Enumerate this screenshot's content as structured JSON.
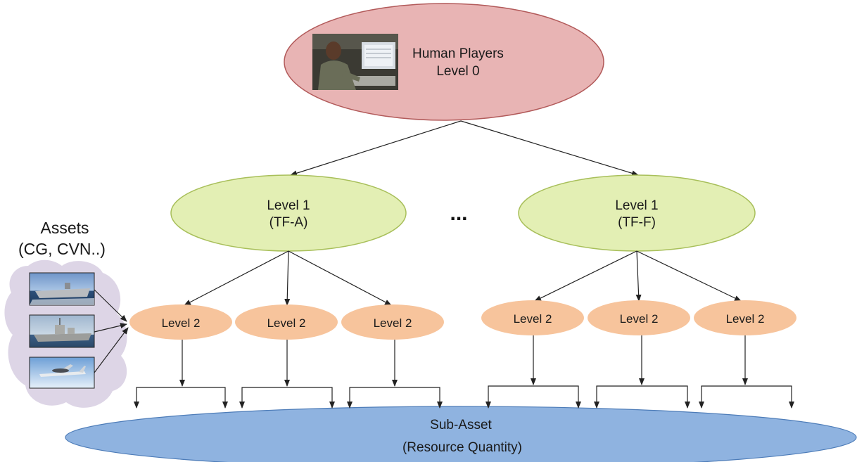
{
  "top": {
    "line1": "Human Players",
    "line2": "Level 0"
  },
  "level1": [
    {
      "line1": "Level 1",
      "line2": "(TF-A)"
    },
    {
      "line1": "Level 1",
      "line2": "(TF-F)"
    }
  ],
  "ellipsis": "...",
  "level2_label": "Level 2",
  "assets": {
    "line1": "Assets",
    "line2": "(CG, CVN..)"
  },
  "subasset": {
    "line1": "Sub-Asset",
    "line2": "(Resource Quantity)"
  },
  "colors": {
    "top_fill": "#e8b4b4",
    "top_stroke": "#b25a5a",
    "level1_fill": "#e3efb4",
    "level1_stroke": "#a8bf5a",
    "level2_fill": "#f7c49c",
    "subasset_fill": "#8fb3e0",
    "subasset_stroke": "#4d7cb8",
    "cloud_fill": "#ddd5e6"
  },
  "icons": [
    "soldier-at-computer-photo",
    "aircraft-carrier-photo",
    "cruiser-ship-photo",
    "awacs-aircraft-photo"
  ]
}
